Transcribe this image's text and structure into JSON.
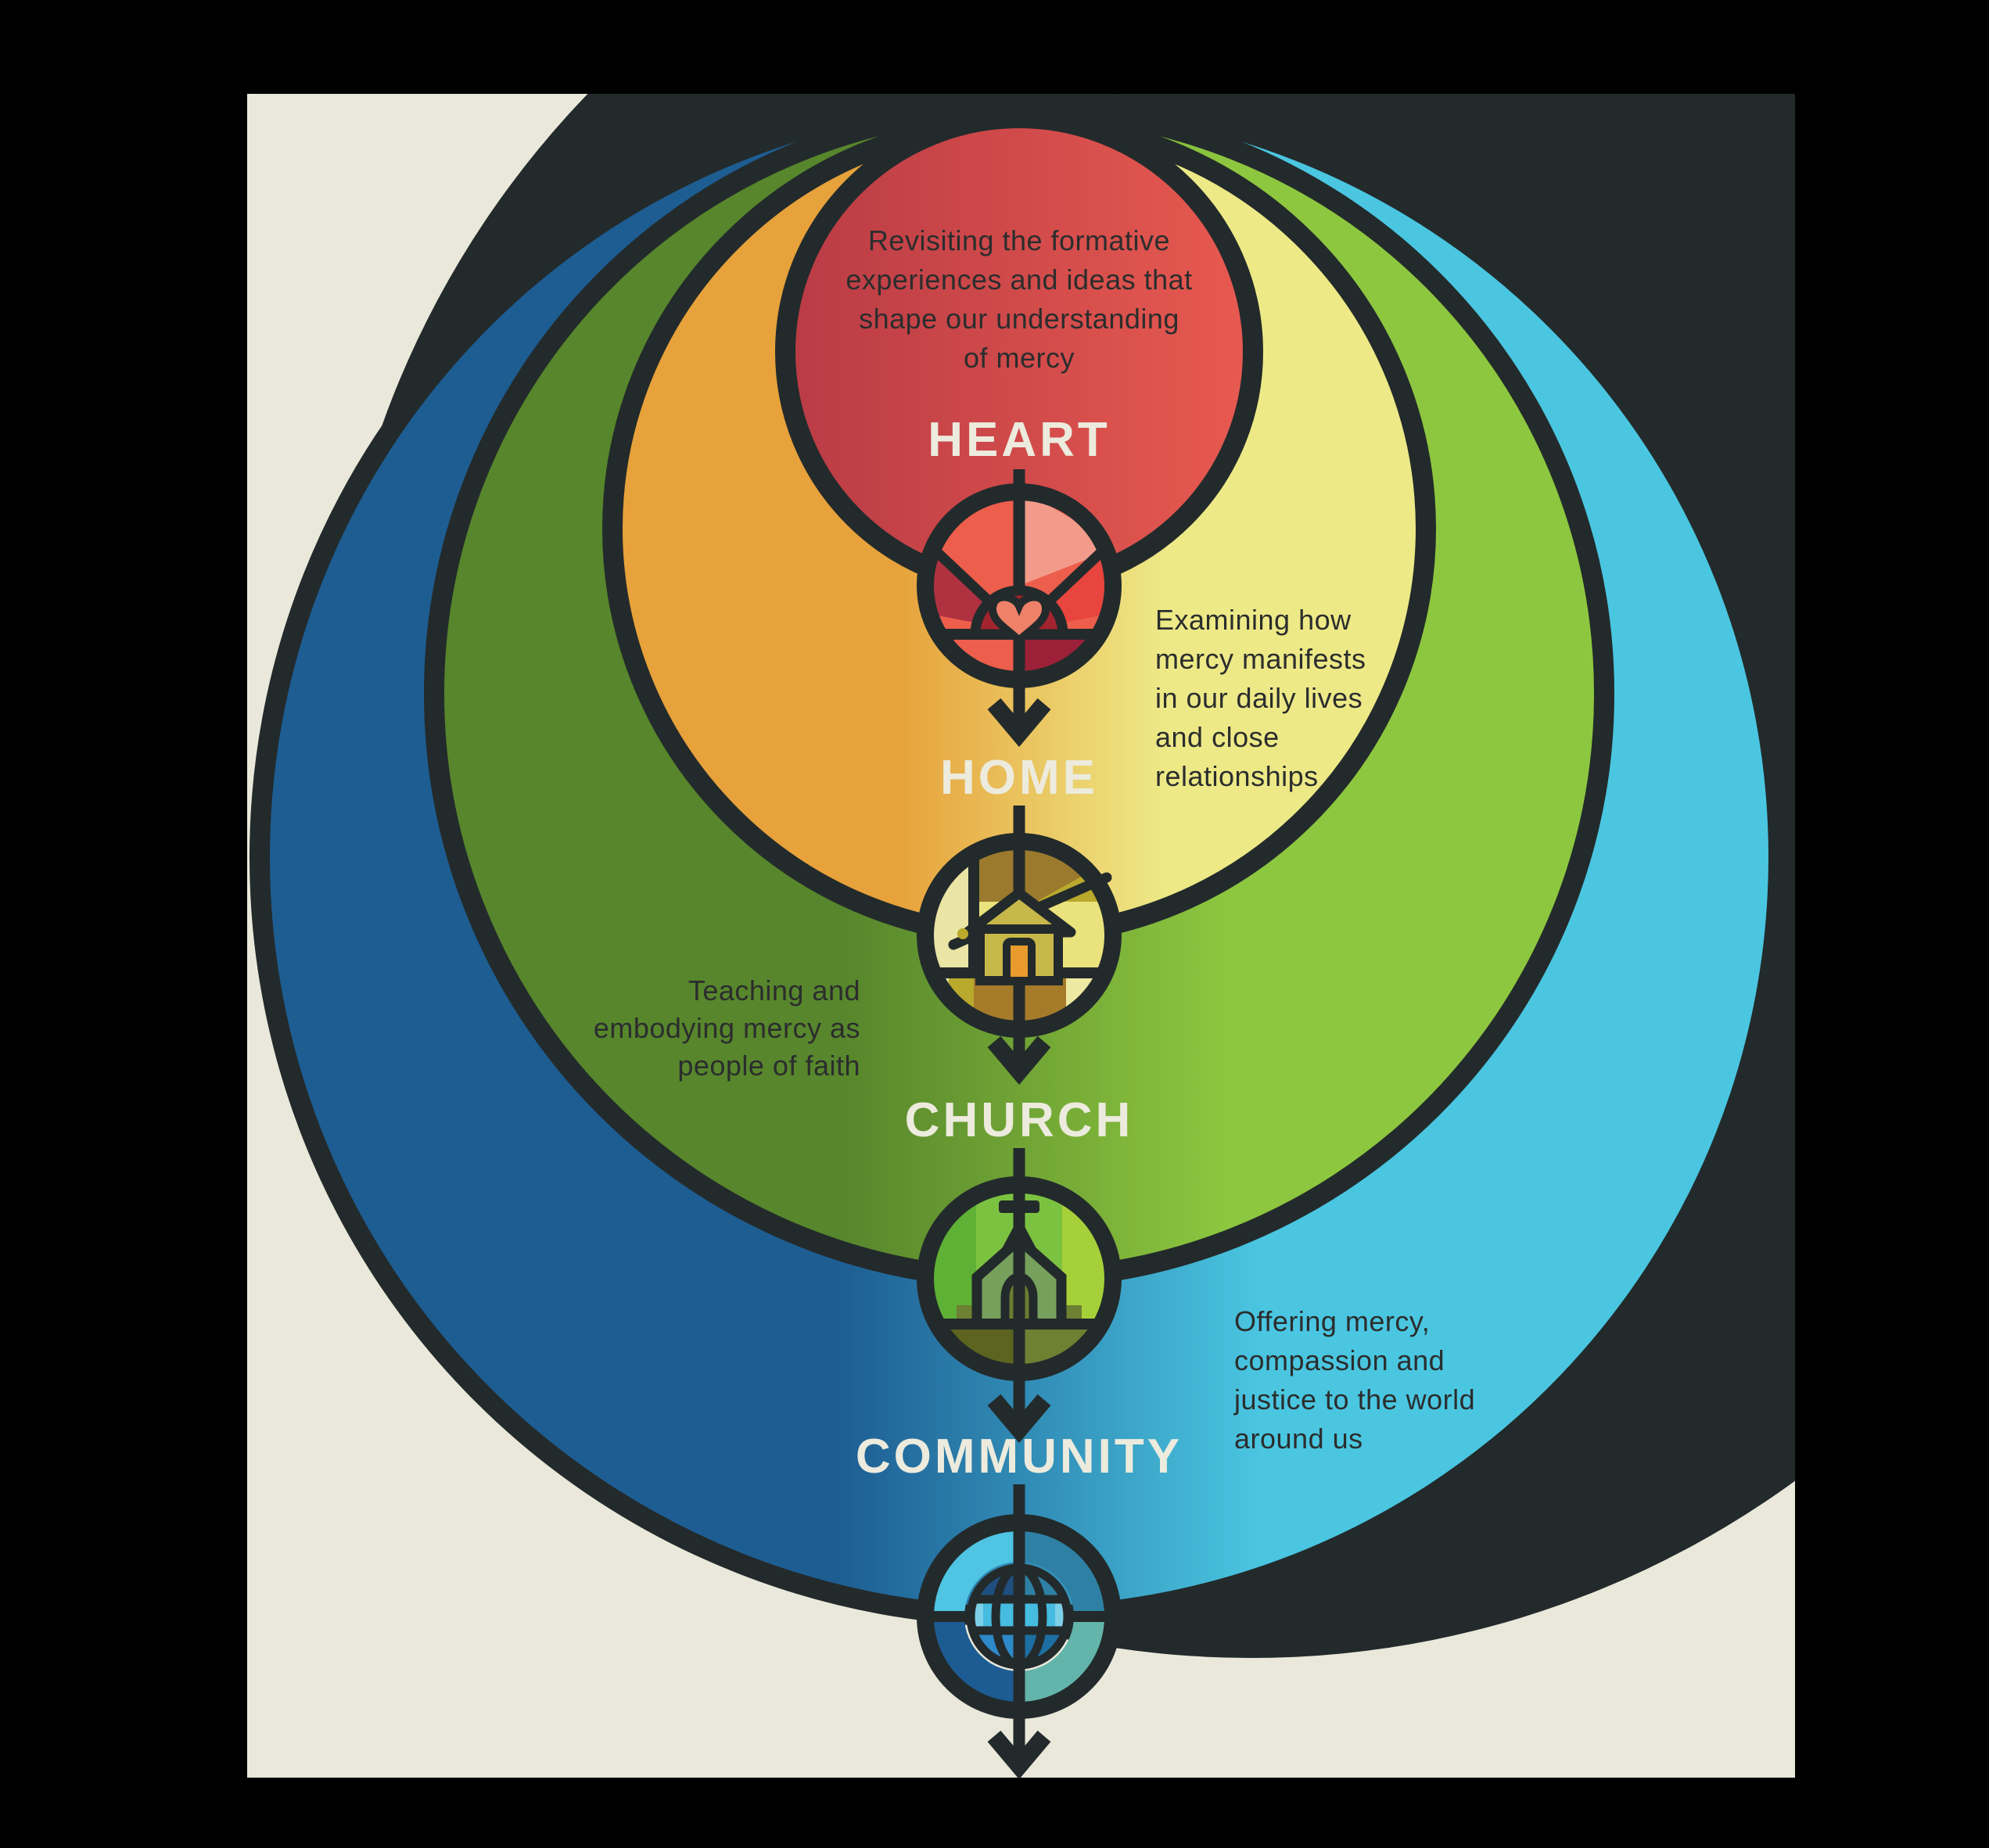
{
  "palette": {
    "canvas": "#000000",
    "artboard": "#E9E8DA",
    "ink": "#232A2B",
    "title-text": "#ECEBDD",
    "body-text": "#2B2D2D"
  },
  "levels": [
    {
      "id": "heart",
      "title": "HEART",
      "description": "Revisiting the formative experiences and ideas that shape our understanding of mercy",
      "desc_lines": [
        "Revisiting the formative",
        "experiences and ideas that",
        "shape our understanding",
        "of mercy"
      ],
      "color_left": "#B93B45",
      "color_right": "#E85A50",
      "icon": "heart-stained-glass-icon",
      "icon_colors": [
        "#ED5E4C",
        "#F29B8B",
        "#B03240",
        "#E8453E",
        "#9C2138",
        "#A3242F",
        "#F08169"
      ]
    },
    {
      "id": "home",
      "title": "HOME",
      "description": "Examining how mercy manifests in our daily lives and close relationships",
      "desc_lines": [
        "Examining how",
        "mercy manifests",
        "in our daily lives",
        "and close",
        "relationships"
      ],
      "color_left": "#E7A23B",
      "color_right": "#EDE987",
      "icon": "home-stained-glass-icon",
      "icon_colors": [
        "#EAE4A5",
        "#9B7A2E",
        "#B9A92C",
        "#EAE27D",
        "#A57B2A",
        "#EDE8A2",
        "#C8B84A",
        "#E89B2C"
      ]
    },
    {
      "id": "church",
      "title": "CHURCH",
      "description": "Teaching and embodying mercy as people of faith",
      "desc_lines": [
        "Teaching and",
        "embodying mercy as",
        "people of faith"
      ],
      "color_left": "#57862C",
      "color_right": "#8DC73F",
      "icon": "church-stained-glass-icon",
      "icon_colors": [
        "#5EB135",
        "#A6D03A",
        "#7CC241",
        "#76A05B",
        "#6B7C33",
        "#5C6420",
        "#6D8132"
      ]
    },
    {
      "id": "community",
      "title": "COMMUNITY",
      "description": "Offering mercy, compassion and justice to the world around us",
      "desc_lines": [
        "Offering mercy,",
        "compassion and",
        "justice to the world",
        "around us"
      ],
      "color_left": "#1D5D92",
      "color_right": "#4AC6E1",
      "icon": "globe-stained-glass-icon",
      "icon_colors": [
        "#4FC4E3",
        "#2E81A4",
        "#1D5C92",
        "#63B5AB",
        "#45BCE0",
        "#1F4F7E",
        "#2D89C8",
        "#1D6FA3",
        "#7CD0E8"
      ]
    }
  ]
}
